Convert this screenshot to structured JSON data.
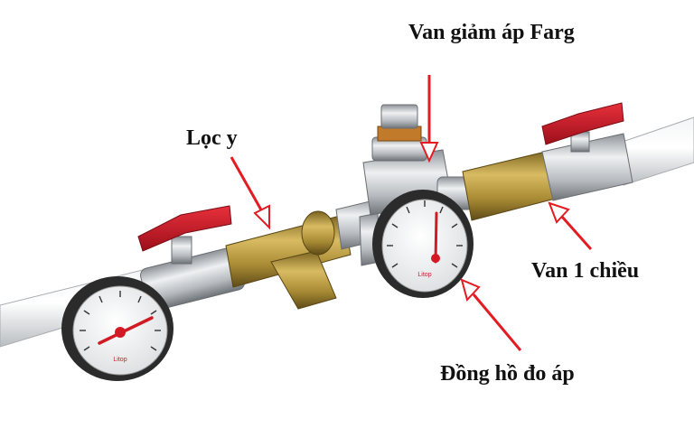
{
  "labels": {
    "pressure_reducing_valve": "Van giảm áp Farg",
    "y_strainer": "Lọc y",
    "check_valve": "Van 1 chiều",
    "pressure_gauge": "Đồng hồ đo áp"
  },
  "gauge_brand": "Litop",
  "colors": {
    "arrow": "#e31b23",
    "brass": "#b8953a",
    "chrome": "#c9cdd1",
    "pipe": "#e8eaec",
    "handle": "#c8102e"
  }
}
